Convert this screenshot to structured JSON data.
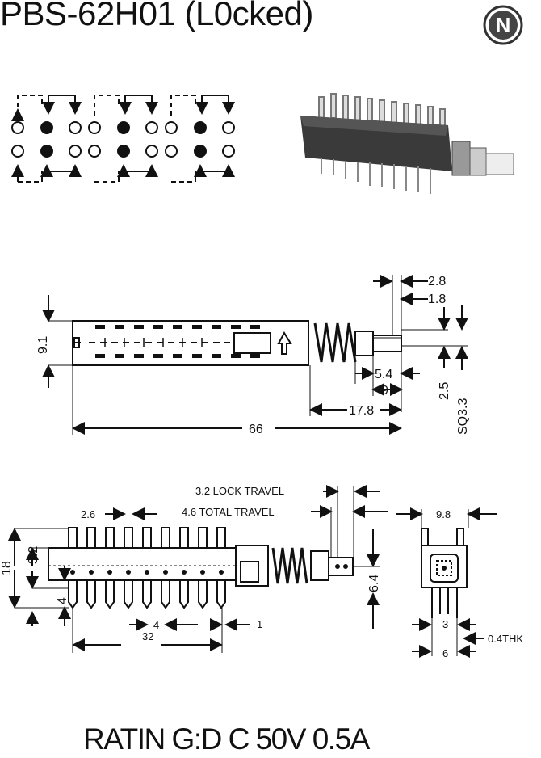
{
  "title": "PBS-62H01 (L0cked)",
  "logo_letter": "N",
  "rating": "RATIN G:D C 50V 0.5A",
  "side_view": {
    "dim_28": "2.8",
    "dim_18": "1.8",
    "dim_91": "9.1",
    "dim_54": "5.4",
    "dim_9": "9",
    "dim_25": "2.5",
    "dim_sq33": "SQ3.3",
    "dim_178": "17.8",
    "dim_66": "66"
  },
  "front_view": {
    "lock_travel": "3.2 LOCK TRAVEL",
    "total_travel": "4.6 TOTAL TRAVEL",
    "dim_26": "2.6",
    "dim_18": "18",
    "dim_32v": "3.2",
    "dim_4v": "4",
    "dim_64": "6.4",
    "dim_4": "4",
    "dim_1": "1",
    "dim_32": "32"
  },
  "end_view": {
    "dim_98": "9.8",
    "dim_3": "3",
    "dim_04thk": "0.4THK",
    "dim_6": "6"
  },
  "colors": {
    "ink": "#111111",
    "body": "#3a3a3a"
  }
}
